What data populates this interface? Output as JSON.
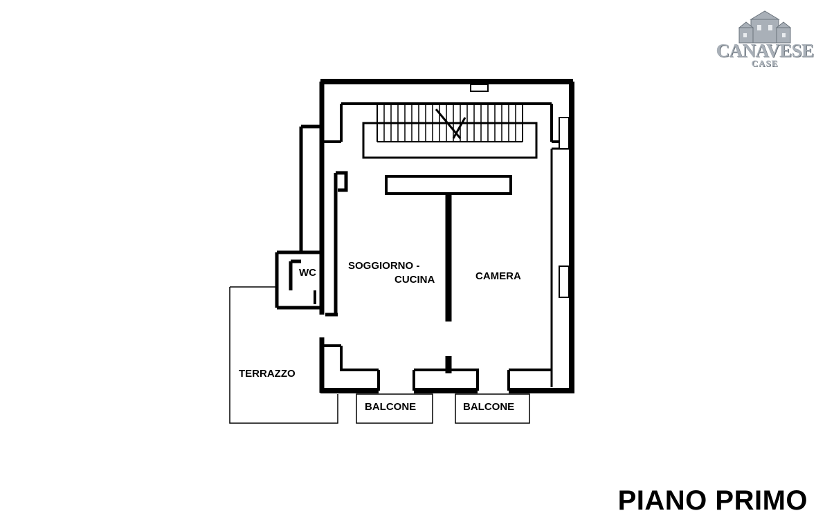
{
  "logo": {
    "word": "CANAVESE",
    "sub": "CASE"
  },
  "rooms": {
    "wc": "WC",
    "soggiorno_line1": "SOGGIORNO -",
    "soggiorno_line2": "CUCINA",
    "camera": "CAMERA",
    "terrazzo": "TERRAZZO",
    "balcone_left": "BALCONE",
    "balcone_right": "BALCONE"
  },
  "floor_title": "PIANO PRIMO",
  "colors": {
    "wall": "#000000",
    "background": "#ffffff",
    "logo": "#a9b0b8"
  }
}
